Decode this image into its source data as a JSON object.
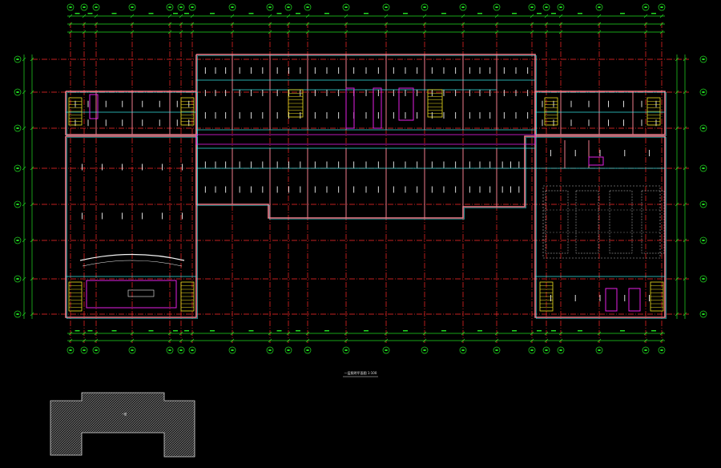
{
  "drawing": {
    "caption": "一层照明平面图 1:100",
    "key_plan_label": "一层",
    "colors": {
      "background": "#000000",
      "axis_red": "#ff2a2a",
      "dim_green": "#22dd22",
      "wall_cyan": "#34e0e0",
      "wall_pink": "#f07d8c",
      "fixture_white": "#f2f2f2",
      "stair_yellow": "#f0e020",
      "door_magenta": "#e41fe4",
      "hatch_grey": "#8a8a8a"
    },
    "icon_names": [
      "grid-bubble",
      "light-fixture",
      "stair-symbol",
      "court-grid"
    ]
  }
}
